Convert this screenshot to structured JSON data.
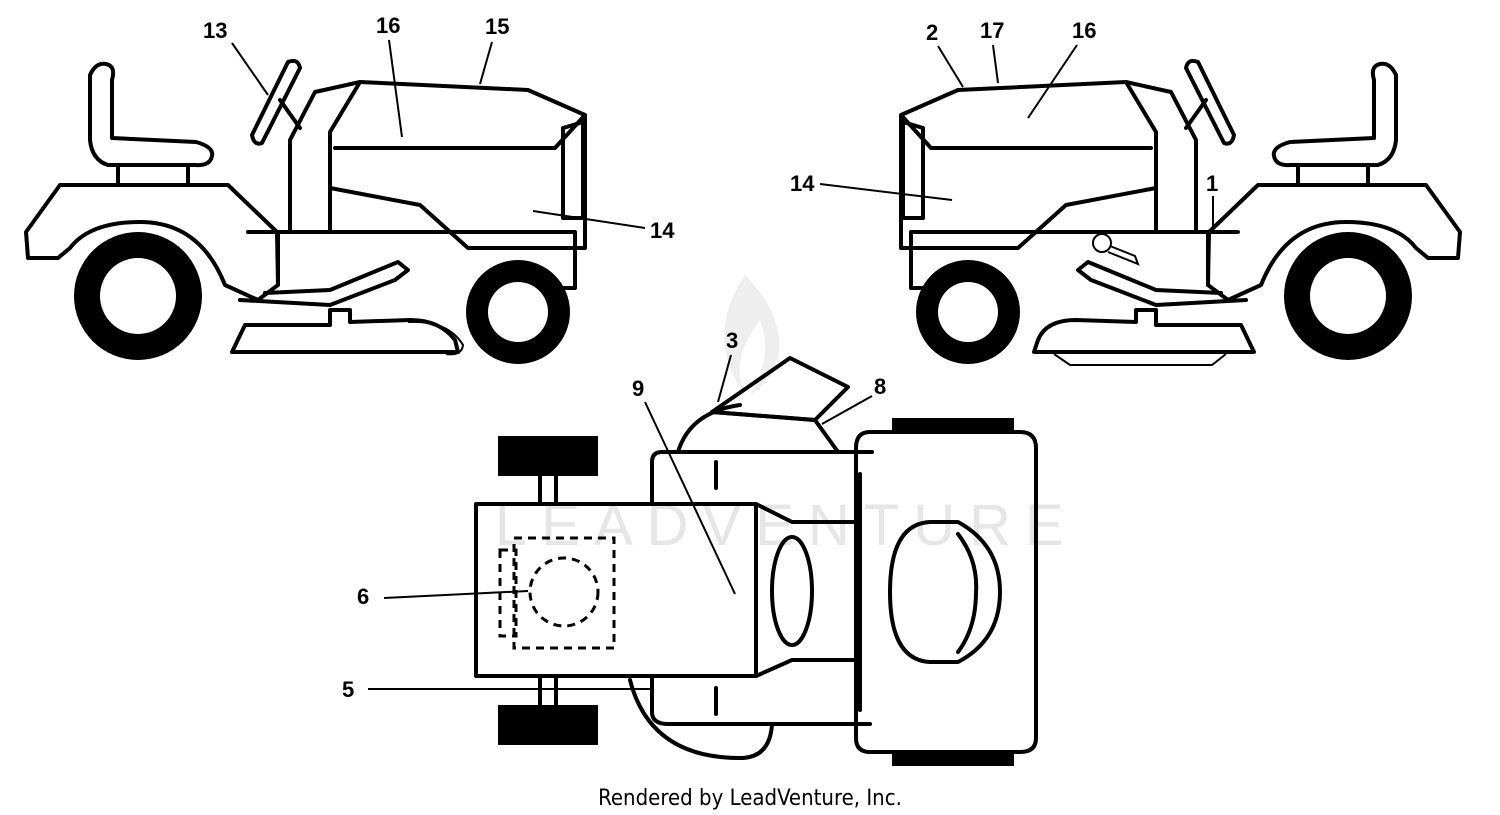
{
  "callouts": {
    "left_13": "13",
    "left_16": "16",
    "left_15": "15",
    "left_14": "14",
    "right_2": "2",
    "right_17": "17",
    "right_16": "16",
    "right_14": "14",
    "right_1": "1",
    "top_3": "3",
    "top_8": "8",
    "top_9": "9",
    "top_6": "6",
    "top_5": "5"
  },
  "watermark": "LEADVENTURE",
  "footer": "Rendered by LeadVenture, Inc.",
  "colors": {
    "ink": "#000000",
    "paper": "#ffffff",
    "watermark": "#e6e6e6"
  }
}
